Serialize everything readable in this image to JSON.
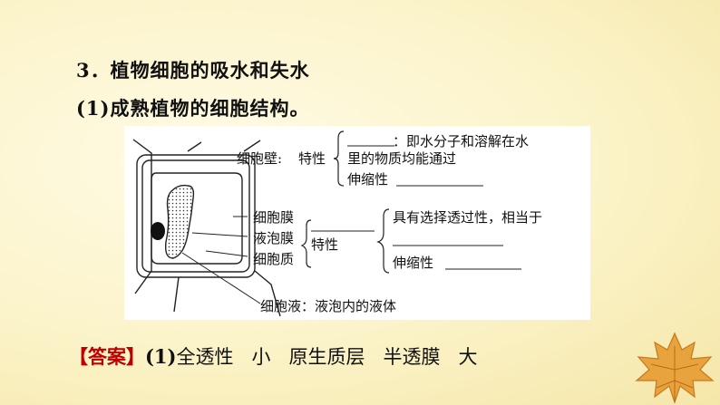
{
  "heading": "3．植物细胞的吸水和失水",
  "subheading": "(1)成熟植物的细胞结构。",
  "figure": {
    "wall_label": "细胞壁:",
    "wall_trait": "特性",
    "wall_trait_1": "：即水分子和溶解在水",
    "wall_trait_1b": "里的物质均能通过",
    "wall_trait_2": "伸缩性",
    "membrane_label": "细胞膜",
    "vacuole_membrane_label": "液泡膜",
    "cytoplasm_label": "细胞质",
    "mid_trait": "特性",
    "mid_trait_1": "具有选择透过性，相当于",
    "mid_trait_2": "伸缩性",
    "sap_label": "细胞液：液泡内的液体"
  },
  "answer": {
    "tag": "【答案】",
    "prefix": "(1)",
    "items": [
      "全透性",
      "小",
      "原生质层",
      "半透膜",
      "大"
    ]
  },
  "colors": {
    "background": "#fbf3c8",
    "answer_tag": "#c00000",
    "leaf": "#e8a33c"
  }
}
